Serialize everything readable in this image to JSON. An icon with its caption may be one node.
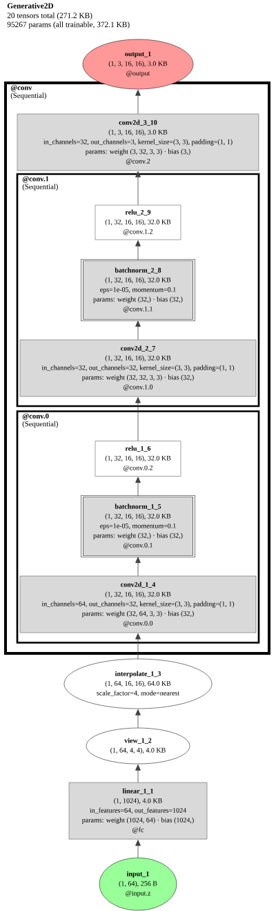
{
  "diagram": {
    "title": "Generative2D",
    "labels": [
      "20 tensors total (271.2 KB)",
      "95267 params (all trainable, 372.1 KB)"
    ],
    "nodes": [
      {
        "text": [
          "output_1",
          "(1, 3, 16, 16), 3.0 KB",
          "@output"
        ]
      },
      {
        "text": [
          "@conv",
          "(Sequential)"
        ]
      },
      {
        "text": [
          "conv2d_3_10",
          "(1, 3, 16, 16), 3.0 KB",
          "in_channels=32, out_channels=3, kernel_size=(3, 3), padding=(1, 1)",
          "params: weight (3, 32, 3, 3) · bias (3,)",
          "@conv.2"
        ],
        "in": 1
      },
      {
        "text": [
          "@conv.1",
          "(Sequential)"
        ],
        "in": 1
      },
      {
        "text": [
          "relu_2_9",
          "(1, 32, 16, 16), 32.0 KB",
          "@conv.1.2"
        ],
        "in": 3
      },
      {
        "text": [
          "batchnorm_2_8",
          "(1, 32, 16, 16), 32.0 KB",
          "eps=1e-05, momentum=0.1",
          "params: weight (32,) · bias (32,)",
          "@conv.1.1"
        ],
        "in": 3
      },
      {
        "text": [
          "conv2d_2_7",
          "(1, 32, 16, 16), 32.0 KB",
          "in_channels=32, out_channels=32, kernel_size=(3, 3), padding=(1, 1)",
          "params: weight (32, 32, 3, 3) · bias (32,)",
          "@conv.1.0"
        ],
        "in": 3
      },
      {
        "text": [
          "@conv.0",
          "(Sequential)"
        ],
        "in": 1
      },
      {
        "text": [
          "relu_1_6",
          "(1, 32, 16, 16), 32.0 KB",
          "@conv.0.2"
        ],
        "in": 7
      },
      {
        "text": [
          "batchnorm_1_5",
          "(1, 32, 16, 16), 32.0 KB",
          "eps=1e-05, momentum=0.1",
          "params: weight (32,) · bias (32,)",
          "@conv.0.1"
        ],
        "in": 7
      },
      {
        "text": [
          "conv2d_1_4",
          "(1, 32, 16, 16), 32.0 KB",
          "in_channels=64, out_channels=32, kernel_size=(3, 3), padding=(1, 1)",
          "params: weight (32, 64, 3, 3) · bias (32,)",
          "@conv.0.0"
        ],
        "in": 7
      },
      {
        "text": [
          "interpolate_1_3",
          "(1, 64, 16, 16), 64.0 KB",
          "scale_factor=4, mode=nearest"
        ]
      },
      {
        "text": [
          "view_1_2",
          "(1, 64, 4, 4), 4.0 KB"
        ]
      },
      {
        "text": [
          "linear_1_1",
          "(1, 1024), 4.0 KB",
          "in_features=64, out_features=1024",
          "params: weight (1024, 64) · bias (1024,)",
          "@fc"
        ]
      },
      {
        "text": [
          "input_1",
          "(1, 64), 256 B",
          "@input.z"
        ]
      }
    ],
    "edges": [
      {
        "from": 14,
        "to": 13,
        "arrow": "to"
      },
      {
        "from": 13,
        "to": 12,
        "arrow": "to"
      },
      {
        "from": 12,
        "to": 11,
        "arrow": "to"
      },
      {
        "from": 11,
        "to": 10,
        "arrow": "to"
      },
      {
        "from": 10,
        "to": 9,
        "arrow": "to"
      },
      {
        "from": 9,
        "to": 8,
        "arrow": "to"
      },
      {
        "from": 8,
        "to": 6,
        "arrow": "to"
      },
      {
        "from": 6,
        "to": 5,
        "arrow": "to"
      },
      {
        "from": 5,
        "to": 4,
        "arrow": "to"
      },
      {
        "from": 4,
        "to": 2,
        "arrow": "to"
      },
      {
        "from": 2,
        "to": 0,
        "arrow": "to"
      }
    ]
  }
}
